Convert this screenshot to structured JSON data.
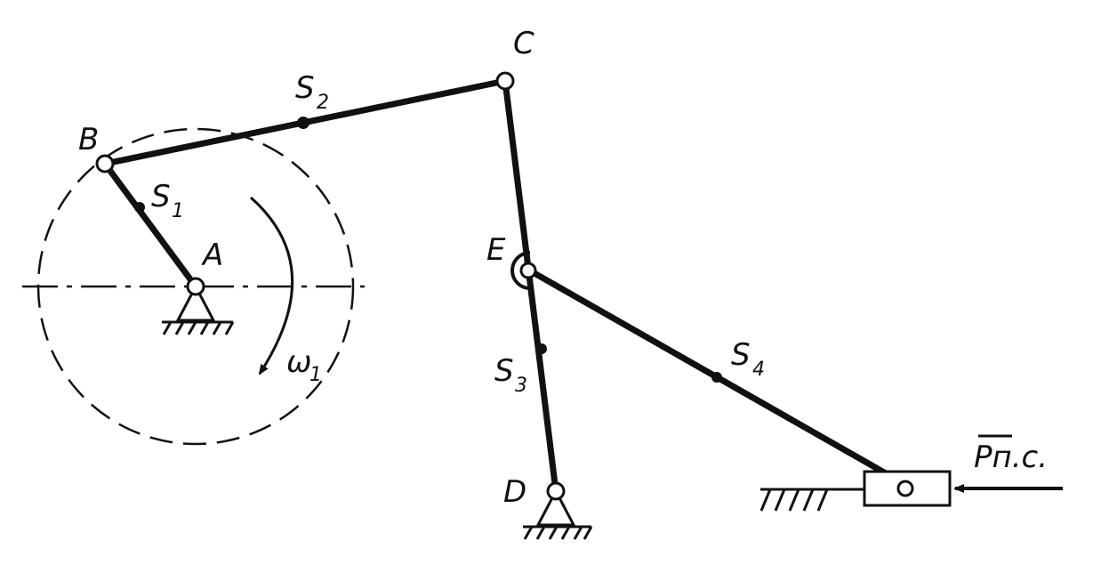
{
  "labels": {
    "A": "A",
    "B": "B",
    "C": "C",
    "D": "D",
    "E": "E",
    "S1": "S",
    "S1_sub": "1",
    "S2": "S",
    "S2_sub": "2",
    "S3": "S",
    "S3_sub": "3",
    "S4": "S",
    "S4_sub": "4",
    "omega": "ω",
    "omega_sub": "1",
    "force": "Pп.с."
  }
}
